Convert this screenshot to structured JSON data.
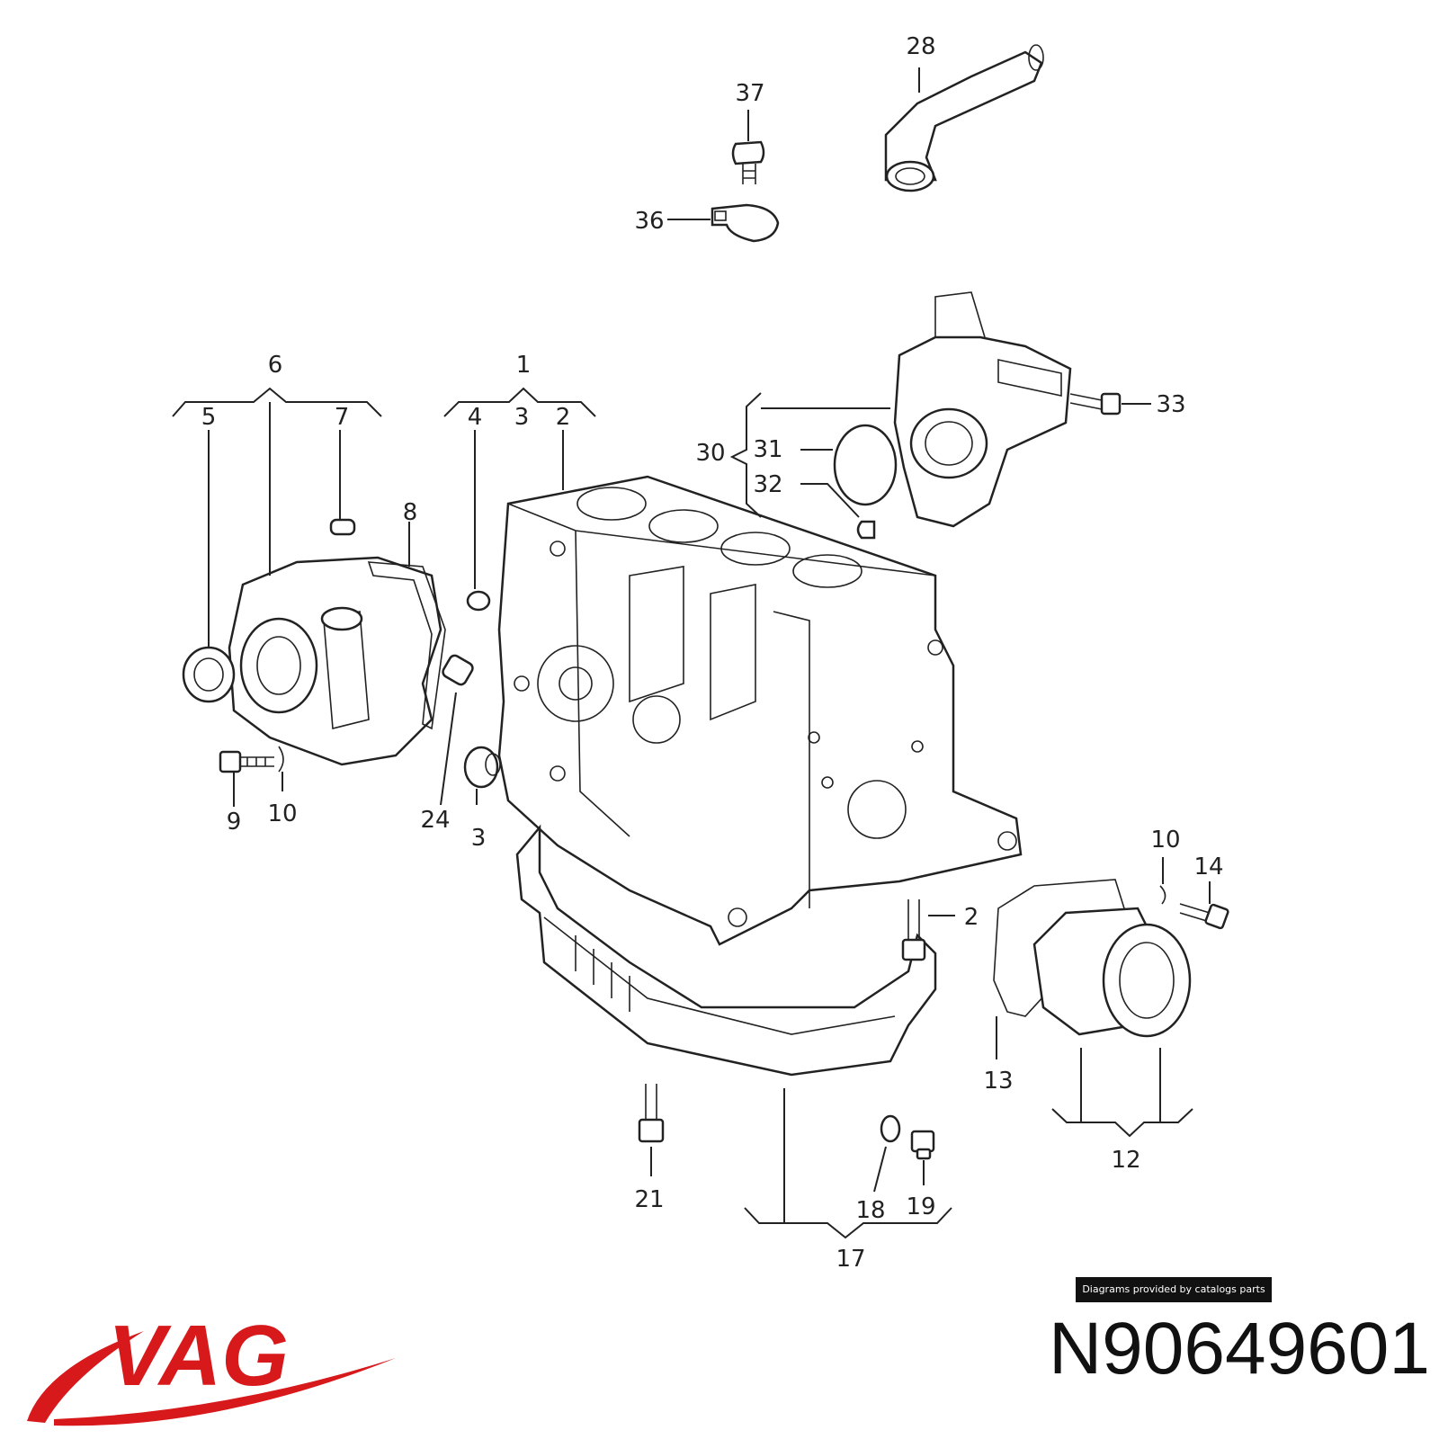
{
  "labels": {
    "l1": "1",
    "l2a": "2",
    "l2b": "2",
    "l3a": "3",
    "l3b": "3",
    "l4": "4",
    "l5": "5",
    "l6": "6",
    "l7": "7",
    "l8": "8",
    "l9": "9",
    "l10a": "10",
    "l10b": "10",
    "l12": "12",
    "l13": "13",
    "l14": "14",
    "l17": "17",
    "l18": "18",
    "l19": "19",
    "l21": "21",
    "l24": "24",
    "l28": "28",
    "l30": "30",
    "l31": "31",
    "l32": "32",
    "l33": "33",
    "l36": "36",
    "l37": "37"
  },
  "credit": "Diagrams provided by catalogs parts",
  "brand": "VAG",
  "part_number": "N90649601",
  "colors": {
    "brand": "#d7191c",
    "ink": "#222222"
  }
}
